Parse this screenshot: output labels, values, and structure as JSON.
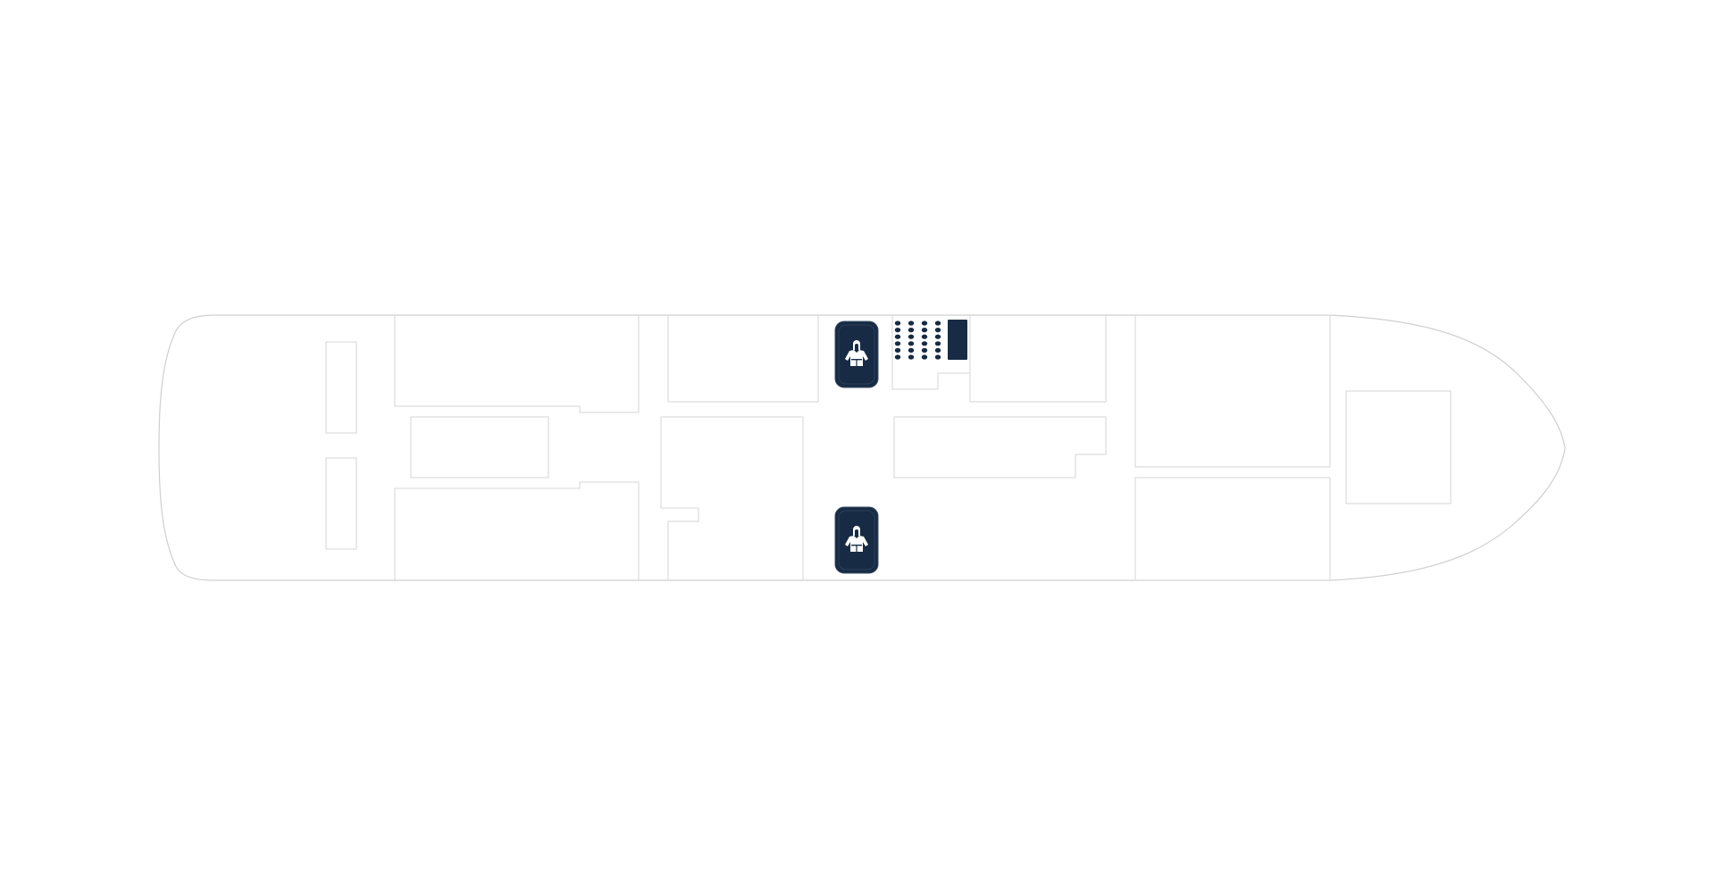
{
  "deck": {
    "colors": {
      "outline": "#cfcfcf",
      "room_line": "#d6d6d6",
      "icon_fill": "#172b44",
      "icon_glyph": "#ffffff",
      "background": "#ffffff"
    },
    "markers": [
      {
        "id": "lifejacket-top",
        "icon": "lifejacket-icon"
      },
      {
        "id": "lifejacket-bottom",
        "icon": "lifejacket-icon"
      }
    ],
    "seating": {
      "rows": 6,
      "columns": 4,
      "icon": "seat-icon"
    },
    "screen": {
      "icon": "screen-icon"
    }
  }
}
